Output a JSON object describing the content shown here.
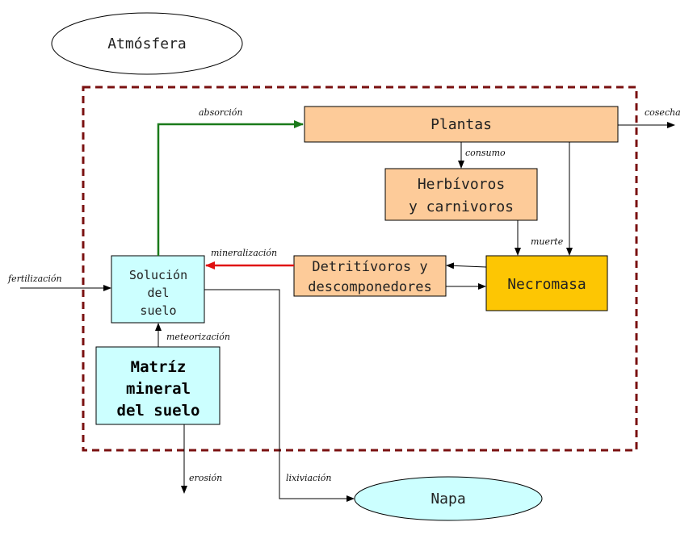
{
  "nodes": {
    "atmosfera": "Atmósfera",
    "plantas": "Plantas",
    "herbivoros": [
      "Herbívoros",
      "y carnivoros"
    ],
    "detritivoros": [
      "Detritívoros y",
      "descomponedores"
    ],
    "necromasa": "Necromasa",
    "solucion": [
      "Solución",
      "del",
      "suelo"
    ],
    "matriz": [
      "Matríz",
      "mineral",
      "del suelo"
    ],
    "napa": "Napa"
  },
  "edges": {
    "absorcion": "absorción",
    "cosecha": "cosecha",
    "consumo": "consumo",
    "muerte": "muerte",
    "mineralizacion": "mineralización",
    "fertilizacion": "fertilización",
    "meteorizacion": "meteorización",
    "erosion": "erosión",
    "lixiviacion": "lixiviación"
  },
  "colors": {
    "boundary": "#7a1010",
    "box_orange": "#fdcb99",
    "necromasa": "#fdc603",
    "cyan": "#ccffff",
    "absorcion_arrow": "#1a7a1a",
    "mineralizacion_arrow": "#e01010",
    "line": "#000000"
  }
}
